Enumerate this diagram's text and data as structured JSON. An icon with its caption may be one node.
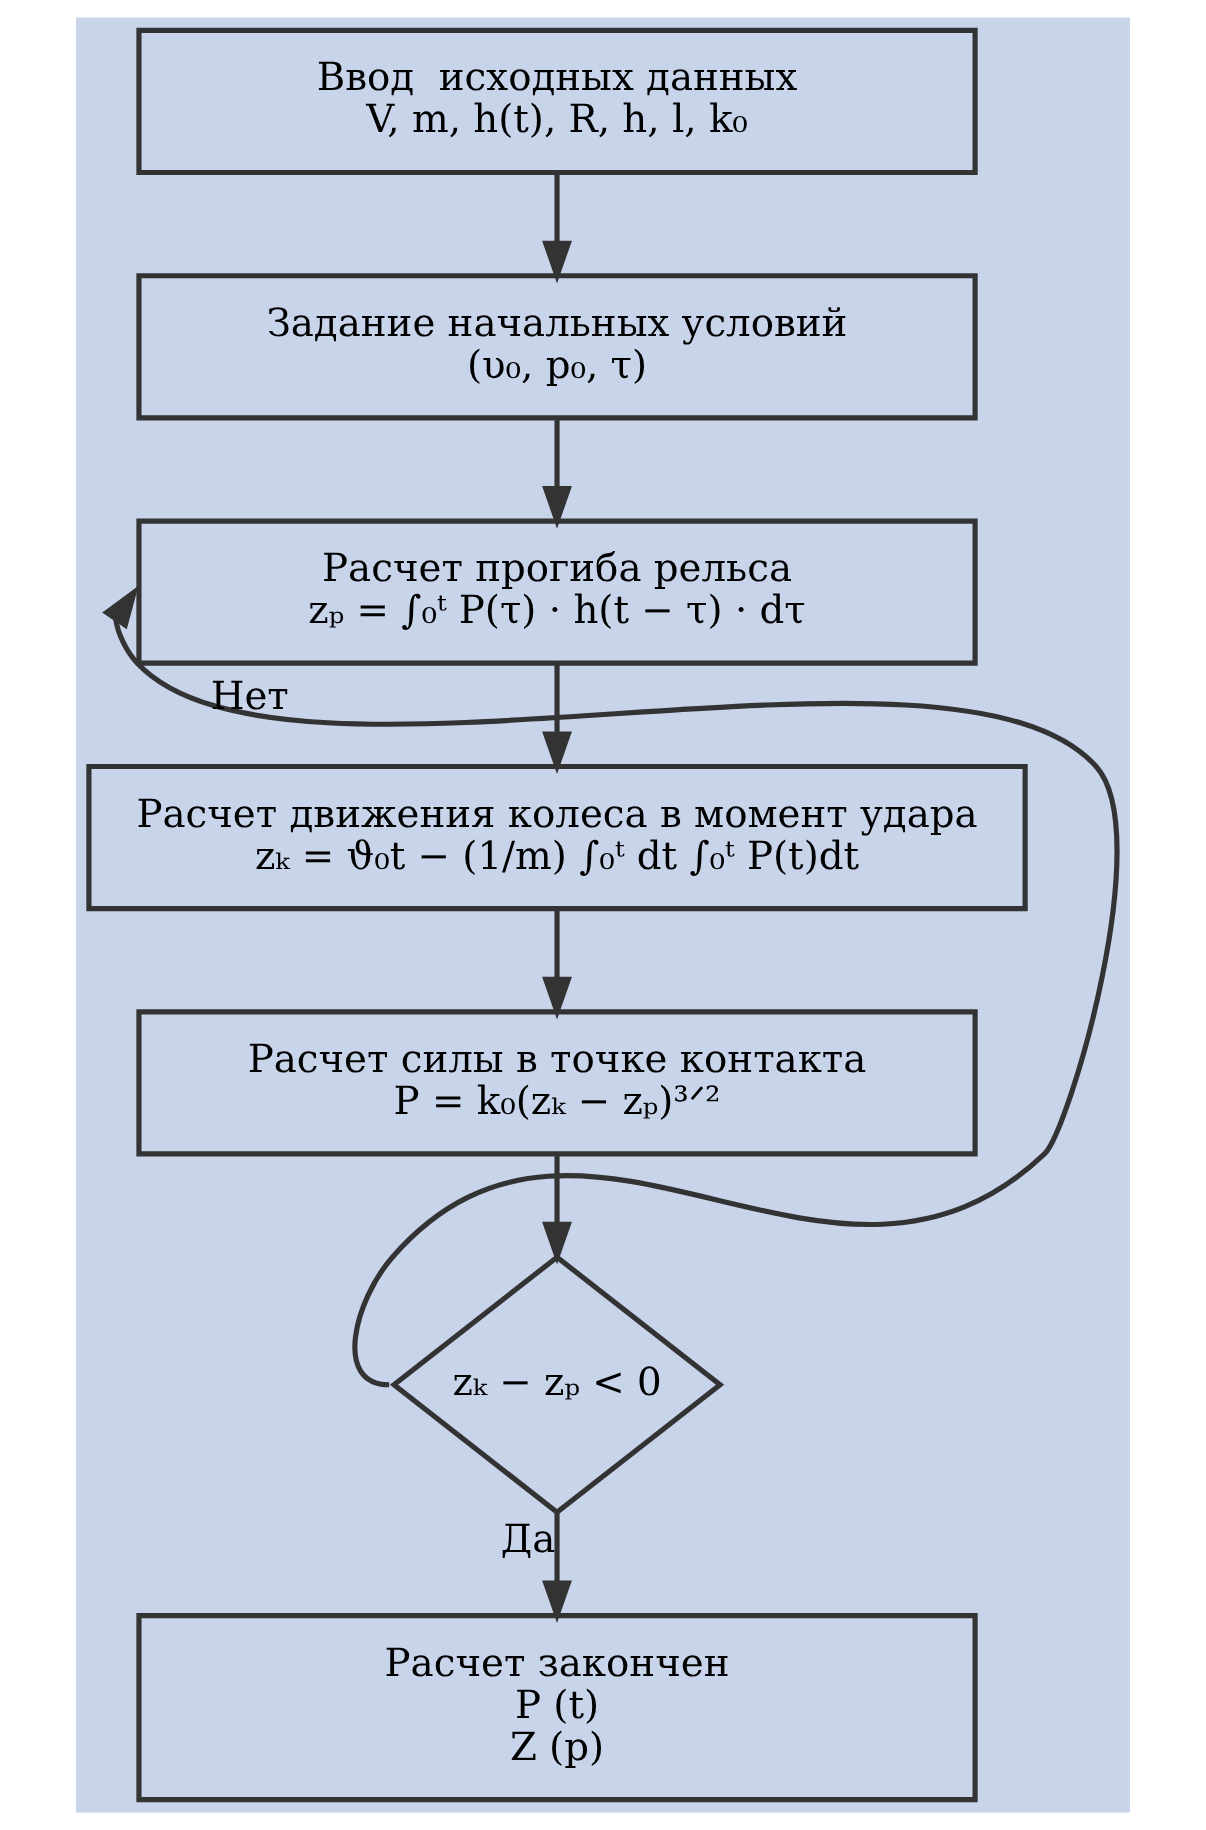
{
  "diagram": {
    "nodes": [
      {
        "text": [
          "Ввод  исходных данных",
          "V, m, h(t), R, h, l, k₀"
        ]
      },
      {
        "text": [
          "Задание начальных условий",
          "(υ₀, p₀, τ)"
        ]
      },
      {
        "text": [
          "Расчет прогиба рельса",
          "zₚ = ∫₀ᵗ P(τ) · h(t − τ) · dτ"
        ]
      },
      {
        "text": [
          "Расчет движения колеса в момент удара",
          "zₖ = ϑ₀t − (1/m) ∫₀ᵗ dt ∫₀ᵗ P(t)dt"
        ]
      },
      {
        "text": [
          "Расчет силы в точке контакта",
          "P = k₀(zₖ − zₚ)³ᐟ²"
        ]
      },
      {
        "text": [
          "zₖ − zₚ < 0"
        ]
      },
      {
        "text": [
          "Расчет закончен",
          "P (t)",
          "Z (p)"
        ]
      }
    ],
    "edges": [
      {
        "from": 0,
        "to": 1,
        "arrow": "to"
      },
      {
        "from": 1,
        "to": 2,
        "arrow": "to"
      },
      {
        "from": 2,
        "to": 3,
        "arrow": "to"
      },
      {
        "from": 3,
        "to": 4,
        "arrow": "to"
      },
      {
        "from": 4,
        "to": 5,
        "arrow": "to"
      },
      {
        "from": 5,
        "to": 2,
        "arrow": "to",
        "label": "Нет"
      },
      {
        "from": 5,
        "to": 6,
        "arrow": "to",
        "label": "Да"
      }
    ]
  }
}
